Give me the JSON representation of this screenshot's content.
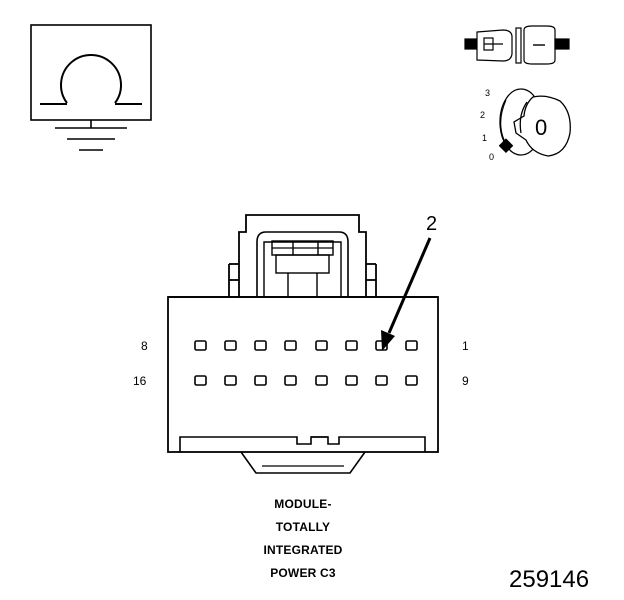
{
  "symbols": {
    "ground_icon": "ground-with-loop-icon",
    "switch_icon": "ignition-switch-icon",
    "key_icon": "ignition-key-icon",
    "key_positions": [
      "3",
      "2",
      "1",
      "0"
    ],
    "key_face_label": "0"
  },
  "connector": {
    "callout": "2",
    "pin_labels": {
      "top_left": "8",
      "top_right": "1",
      "bottom_left": "16",
      "bottom_right": "9"
    },
    "rows": 2,
    "pins_per_row": 8
  },
  "title": {
    "lines": [
      "MODULE-",
      "TOTALLY",
      "INTEGRATED",
      "POWER C3"
    ]
  },
  "figure_number": "259146"
}
